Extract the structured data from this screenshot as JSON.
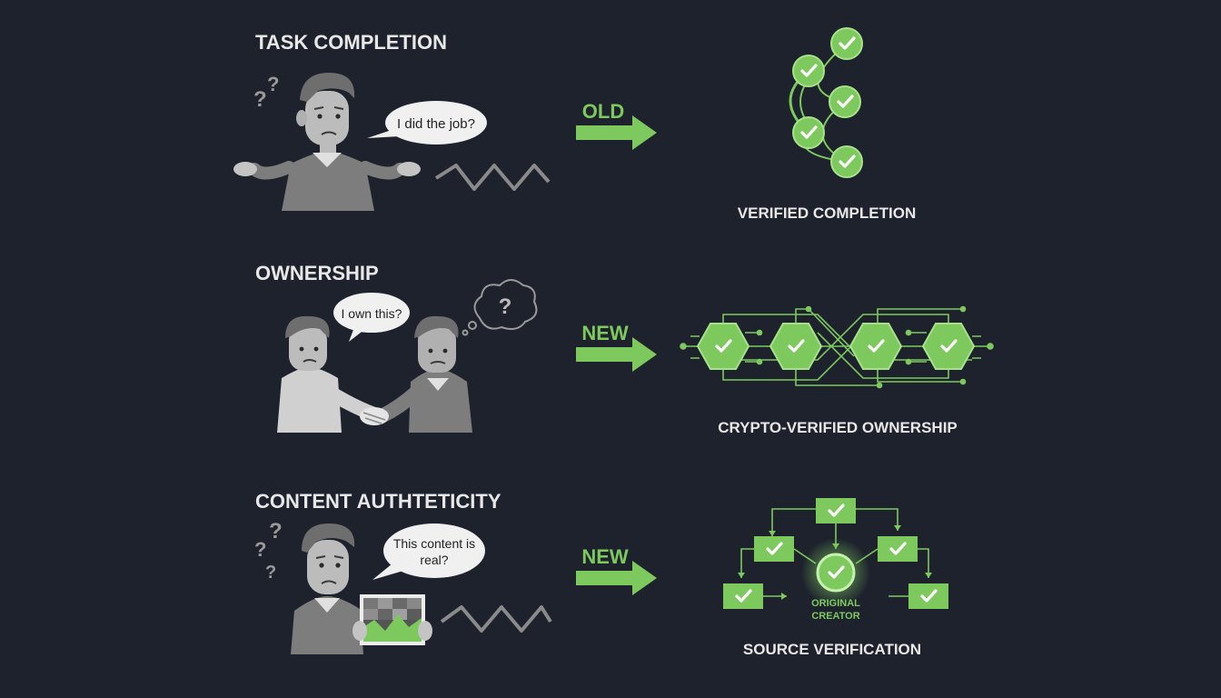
{
  "colors": {
    "background": "#1e222d",
    "accent_green": "#7dc95e",
    "check_white": "#ffffff",
    "text_light": "#e8e8e8",
    "figure_gray": "#8a8a8a",
    "figure_skin": "#b5b5b5"
  },
  "rows": [
    {
      "section_title": "TASK COMPLETION",
      "speech_bubble": "I did the job?",
      "arrow_label": "OLD",
      "result_caption": "VERIFIED COMPLETION"
    },
    {
      "section_title": "OWNERSHIP",
      "speech_bubble": "I own this?",
      "thought_bubble": "?",
      "arrow_label": "NEW",
      "result_caption": "CRYPTO-VERIFIED OWNERSHIP"
    },
    {
      "section_title": "CONTENT AUTHTETICITY",
      "speech_bubble_line1": "This content is",
      "speech_bubble_line2": "real?",
      "arrow_label": "NEW",
      "result_caption": "SOURCE VERIFICATION",
      "center_node_line1": "ORIGINAL",
      "center_node_line2": "CREATOR"
    }
  ],
  "icons": [
    "question-mark-icon",
    "check-icon",
    "zigzag-icon",
    "arrow-right-icon",
    "handshake-icon",
    "hexagon-icon",
    "glow-check-icon"
  ]
}
